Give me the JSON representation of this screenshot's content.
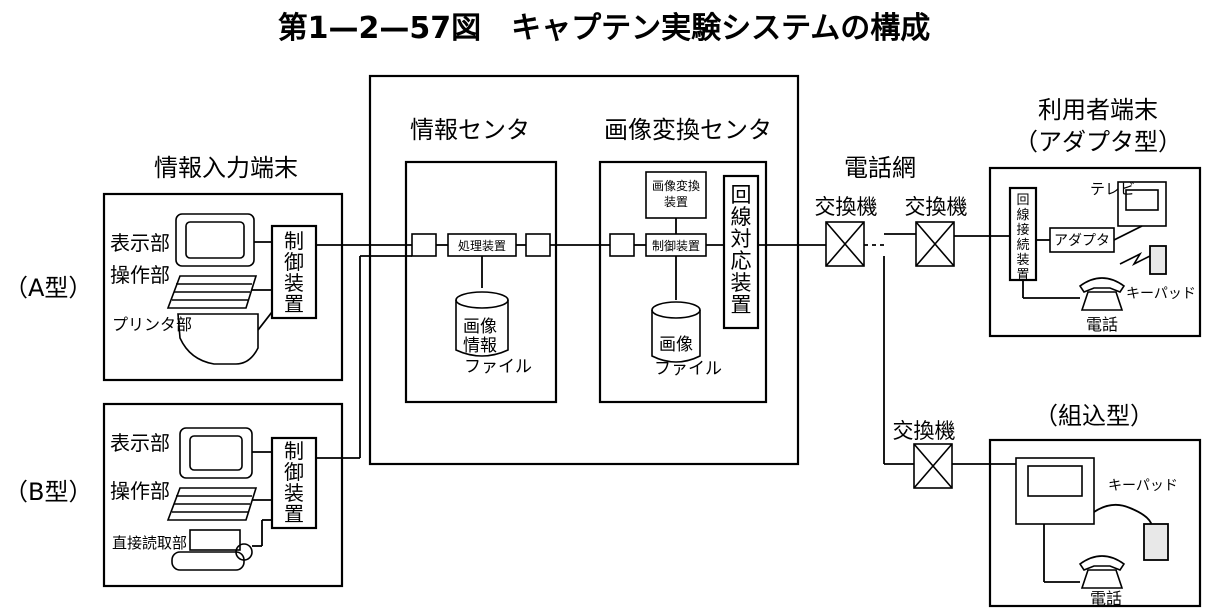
{
  "title": "第1—2—57図　キャプテン実験システムの構成",
  "input_terminal": {
    "heading": "情報入力端末",
    "type_a": "（A型）",
    "type_b": "（B型）",
    "display": "表示部",
    "operation": "操作部",
    "printer": "プリンタ部",
    "direct_reader": "直接読取部",
    "controller": "制御装置"
  },
  "info_center": {
    "heading": "情報センタ",
    "processor": "処理装置",
    "storage": "画像情報",
    "file": "ファイル"
  },
  "image_center": {
    "heading": "画像変換センタ",
    "converter": "画像変換装置",
    "control": "制御装置",
    "storage": "画像",
    "file": "ファイル",
    "line_unit": "回線対応装置"
  },
  "network": {
    "heading": "電話網",
    "switch1": "交換機",
    "switch2": "交換機",
    "switch3": "交換機"
  },
  "user_adapter": {
    "heading1": "利用者端末",
    "heading2": "（アダプタ型）",
    "tv": "テレビ",
    "line_connector": "回線接続装置",
    "adapter": "アダプタ",
    "keypad": "キーパッド",
    "phone": "電話"
  },
  "user_builtin": {
    "heading": "（組込型）",
    "keypad": "キーパッド",
    "phone": "電話"
  }
}
